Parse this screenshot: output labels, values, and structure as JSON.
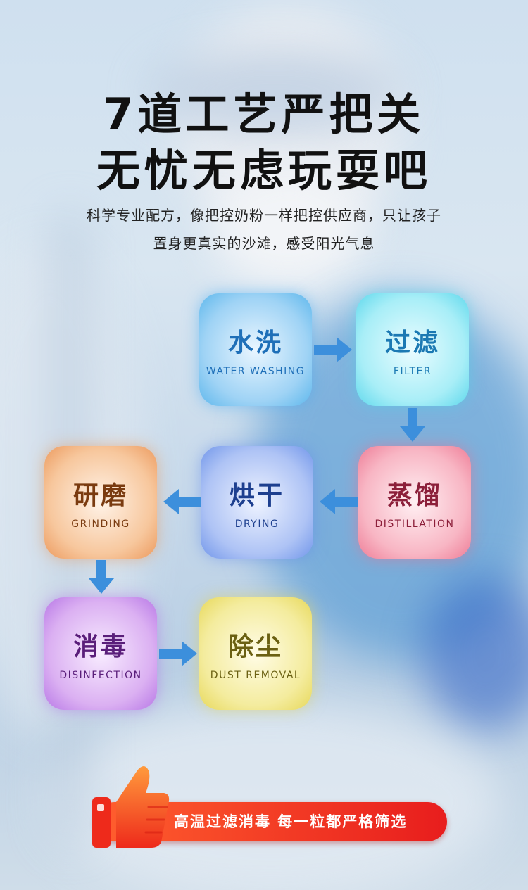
{
  "header": {
    "title_line1": "7道工艺严把关",
    "title_line2": "无忧无虑玩耍吧",
    "subtitle_line1": "科学专业配方，像把控奶粉一样把控供应商，只让孩子",
    "subtitle_line2": "置身更真实的沙滩，感受阳光气息"
  },
  "steps": [
    {
      "cn": "水洗",
      "en": "WATER WASHING",
      "color": "#1e6fb8"
    },
    {
      "cn": "过滤",
      "en": "FILTER",
      "color": "#1b79b3"
    },
    {
      "cn": "蒸馏",
      "en": "DISTILLATION",
      "color": "#8c1f3a"
    },
    {
      "cn": "烘干",
      "en": "DRYING",
      "color": "#1d3f8f"
    },
    {
      "cn": "研磨",
      "en": "GRINDING",
      "color": "#7a3b10"
    },
    {
      "cn": "消毒",
      "en": "DISINFECTION",
      "color": "#5a1e7a"
    },
    {
      "cn": "除尘",
      "en": "DUST REMOVAL",
      "color": "#6b6012"
    }
  ],
  "banner": {
    "text": "高温过滤消毒  每一粒都严格筛选",
    "color": "#e8231d"
  },
  "icons": {
    "arrow": "arrow-icon",
    "thumb": "thumbs-up-icon"
  }
}
